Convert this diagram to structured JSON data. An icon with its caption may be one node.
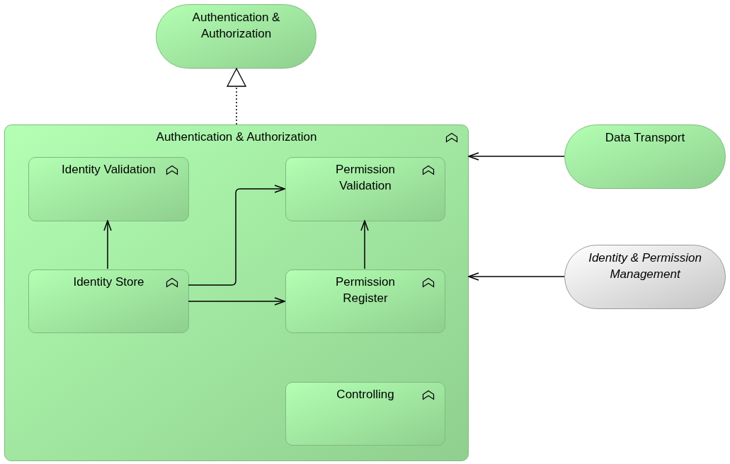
{
  "diagram": {
    "nodes": [
      {
        "text": [
          "Authentication & Authorization"
        ]
      },
      {
        "text": [
          "Authentication & Authorization"
        ]
      },
      {
        "text": [
          "Identity Validation"
        ],
        "in": 1
      },
      {
        "text": [
          "Permission Validation"
        ],
        "in": 1
      },
      {
        "text": [
          "Identity Store"
        ],
        "in": 1
      },
      {
        "text": [
          "Permission Register"
        ],
        "in": 1
      },
      {
        "text": [
          "Controlling"
        ],
        "in": 1
      },
      {
        "text": [
          "Data Transport"
        ]
      },
      {
        "text": [
          "Identity & Permission Management"
        ]
      }
    ],
    "edges": [
      {
        "from": 1,
        "to": 0,
        "arrow": "to",
        "style": "dashed"
      },
      {
        "from": 4,
        "to": 2,
        "arrow": "to"
      },
      {
        "from": 4,
        "to": 3,
        "arrow": "to"
      },
      {
        "from": 4,
        "to": 5,
        "arrow": "to"
      },
      {
        "from": 5,
        "to": 3,
        "arrow": "to"
      },
      {
        "from": 7,
        "to": 1,
        "arrow": "to"
      },
      {
        "from": 8,
        "to": 1,
        "arrow": "to"
      }
    ]
  }
}
